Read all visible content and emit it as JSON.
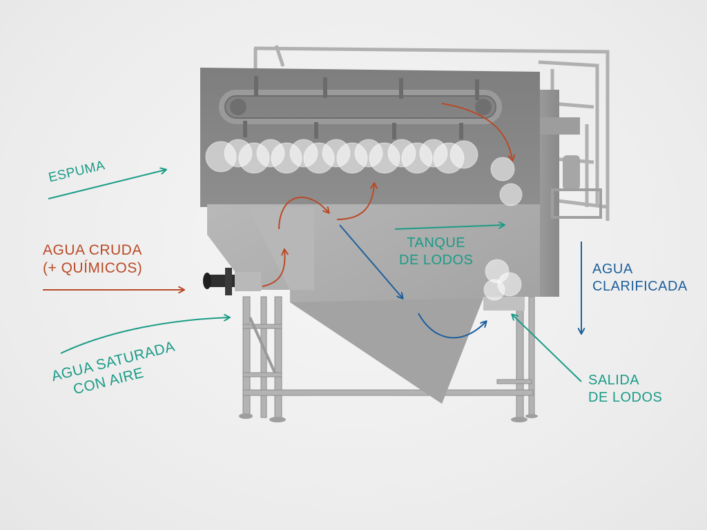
{
  "labels": {
    "espuma": "ESPUMA",
    "agua_cruda": [
      "AGUA CRUDA",
      "(+ QUÍMICOS)"
    ],
    "agua_saturada": [
      "AGUA SATURADA",
      "CON AIRE"
    ],
    "tanque_lodos": [
      "TANQUE",
      "DE LODOS"
    ],
    "agua_clarificada": [
      "AGUA",
      "CLARIFICADA"
    ],
    "salida_lodos": [
      "SALIDA",
      "DE LODOS"
    ]
  },
  "colors": {
    "teal": "#1a9b86",
    "rust": "#b94a26",
    "blue": "#1d5f9c",
    "steel_dark": "#8a8a8a",
    "steel_mid": "#a9a9a9",
    "steel_light": "#c4c4c4",
    "background": "#efefef"
  },
  "icons": [
    "bubble-icon",
    "arrow-icon",
    "chain-conveyor-icon"
  ]
}
